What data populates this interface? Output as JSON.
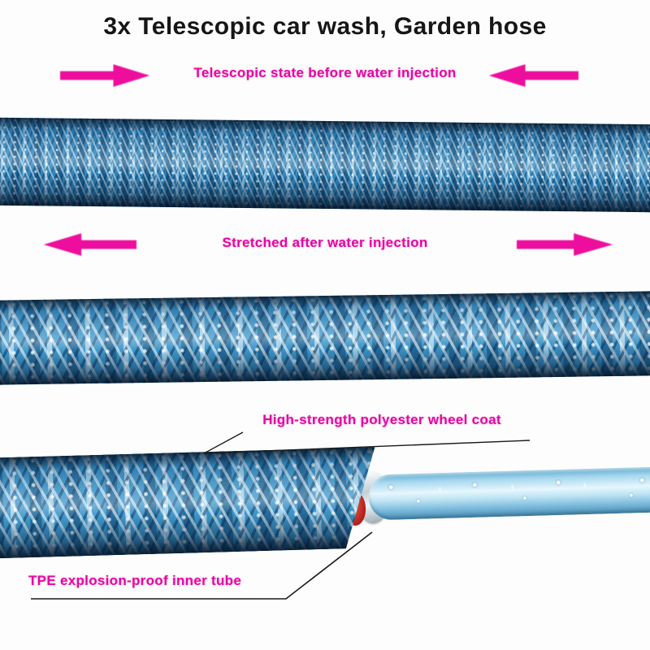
{
  "title": "3x Telescopic car wash, Garden hose",
  "labels": {
    "before_state": "Telescopic state before water injection",
    "after_state": "Stretched after water injection",
    "coat": "High-strength polyester wheel coat",
    "inner_tube": "TPE explosion-proof inner tube"
  },
  "colors": {
    "accent_pink": "#E309A2",
    "title_text": "#161616",
    "hose_blue_dark": "#0A4C7E",
    "hose_blue_mid": "#2F8EC7",
    "hose_blue_light": "#CFEAF8",
    "inner_tube_blue": "#A8D8EF",
    "end_cap_silver": "#C3CED4",
    "seal_red": "#B01F1A",
    "leader_line": "#1A1A1A"
  },
  "icons": {
    "arrow_right": "arrow-right-icon",
    "arrow_left": "arrow-left-icon"
  }
}
